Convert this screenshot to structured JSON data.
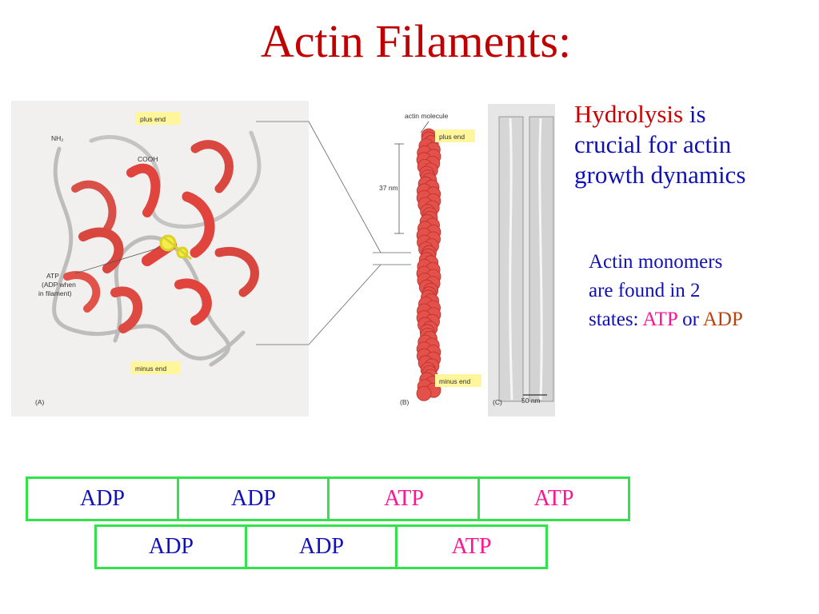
{
  "title": "Actin Filaments:",
  "figure": {
    "panel_a": {
      "label": "(A)",
      "plus_end": "plus end",
      "minus_end": "minus end",
      "nh2": "NH₂",
      "cooh": "COOH",
      "atp_label": [
        "ATP",
        "(ADP when",
        "in filament)"
      ]
    },
    "panel_b": {
      "label": "(B)",
      "actin_molecule": "actin molecule",
      "plus_end": "plus end",
      "minus_end": "minus end",
      "length": "37 nm"
    },
    "panel_c": {
      "label": "(C)",
      "scale": "50 nm"
    }
  },
  "side_text": {
    "hydrolysis": "Hydrolysis",
    "line1_rest": " is",
    "line2": "crucial for actin",
    "line3": "growth dynamics"
  },
  "monomer_text": {
    "line1": "Actin monomers",
    "line2": "are found in 2",
    "line3_prefix": "states: ",
    "atp": "ATP",
    "or": " or ",
    "adp": "ADP"
  },
  "filament": {
    "top_row": [
      "ADP",
      "ADP",
      "ATP",
      "ATP"
    ],
    "bottom_row": [
      "ADP",
      "ADP",
      "ATP"
    ]
  },
  "colors": {
    "title": "#c00000",
    "text_blue": "#1010b8",
    "atp": "#ff1493",
    "adp_inline": "#b8420a",
    "cell_border": "#33e24a",
    "protein": "#e0443c"
  }
}
